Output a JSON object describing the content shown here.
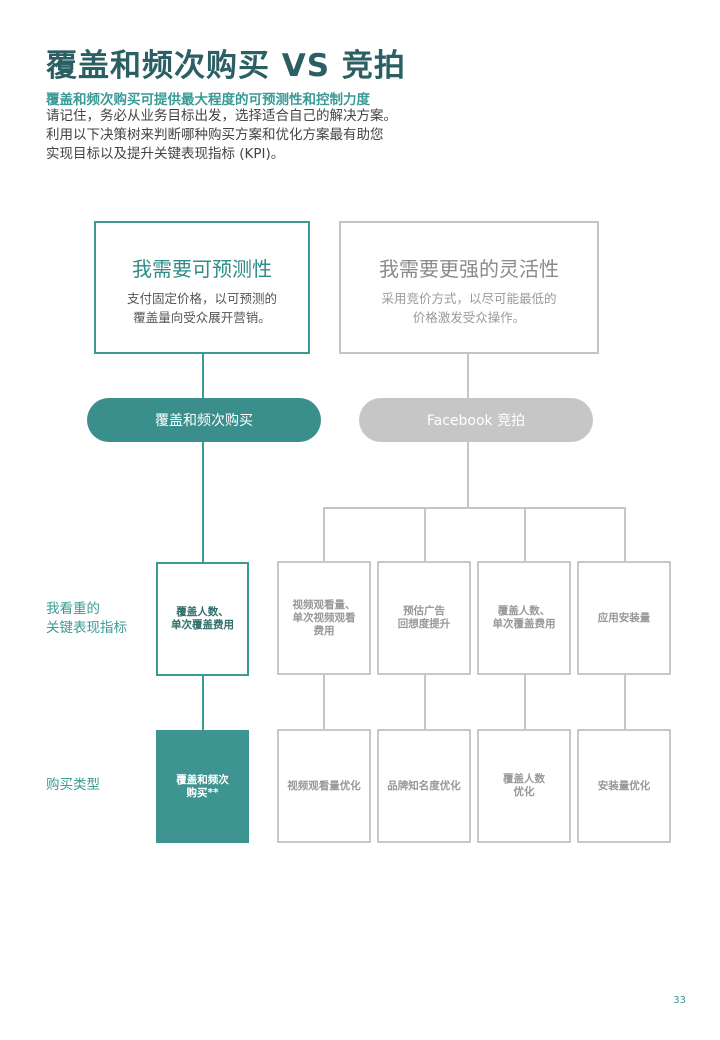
{
  "header": {
    "title": "覆盖和频次购买 VS 竞拍",
    "subtitle": "覆盖和频次购买可提供最大程度的可预测性和控制力度",
    "body_lines": [
      "请记住，务必从业务目标出发，选择适合自己的解决方案。",
      "利用以下决策树来判断哪种购买方案和优化方案最有助您",
      "实现目标以及提升关键表现指标 (KPI)。"
    ]
  },
  "left_box": {
    "heading": "我需要可预测性",
    "desc_lines": [
      "支付固定价格，以可预测的",
      "覆盖量向受众展开营销。"
    ]
  },
  "right_box": {
    "heading": "我需要更强的灵活性",
    "desc_lines": [
      "采用竞价方式，以尽可能最低的",
      "价格激发受众操作。"
    ]
  },
  "pills": {
    "left": "覆盖和频次购买",
    "right": "Facebook 竞拍"
  },
  "row_labels": {
    "kpi": [
      "我看重的",
      "关键表现指标"
    ],
    "buy_type": "购买类型"
  },
  "kpi_cells": {
    "left": [
      "覆盖人数、",
      "单次覆盖费用"
    ],
    "right": [
      [
        "视频观看量、",
        "单次视频观看",
        "费用"
      ],
      [
        "预估广告",
        "回想度提升"
      ],
      [
        "覆盖人数、",
        "单次覆盖费用"
      ],
      [
        "应用安装量"
      ]
    ]
  },
  "buy_cells": {
    "left": [
      "覆盖和频次",
      "购买**"
    ],
    "right": [
      [
        "视频观看量优化"
      ],
      [
        "品牌知名度优化"
      ],
      [
        "覆盖人数",
        "优化"
      ],
      [
        "安装量优化"
      ]
    ]
  },
  "page_number": "33",
  "colors": {
    "teal": "#3a9a96",
    "dark_teal": "#2b5f63",
    "grey": "#c6c6c6"
  }
}
